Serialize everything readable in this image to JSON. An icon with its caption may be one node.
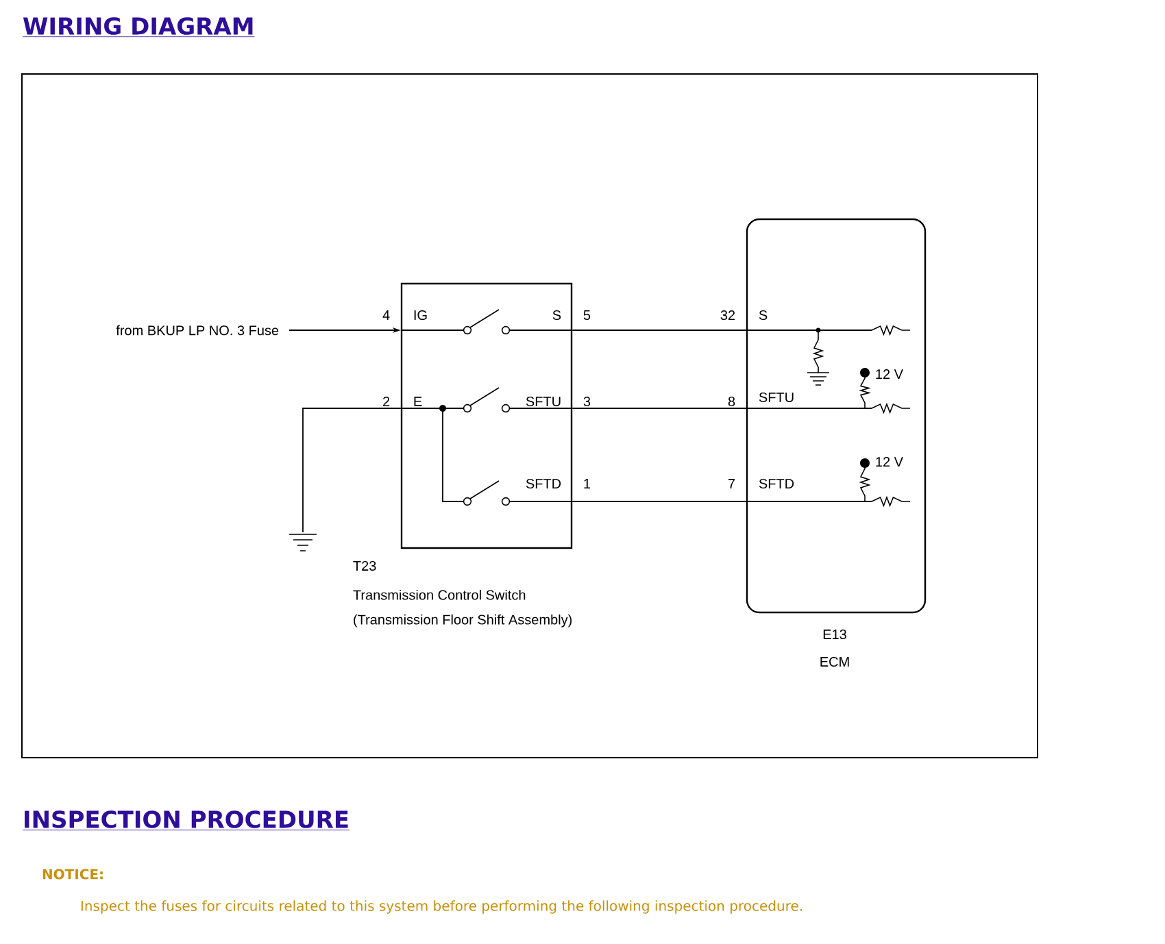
{
  "diagram": {
    "title": "WIRING DIAGRAM",
    "nodes": [
      {
        "text": [
          "from BKUP LP NO. 3 Fuse"
        ]
      },
      {
        "text": [
          "T23",
          "Transmission Control Switch",
          "(Transmission Floor Shift Assembly)"
        ]
      },
      {
        "text": [
          "E13",
          "ECM"
        ]
      },
      {
        "text": [],
        "shape": "ground"
      }
    ],
    "edges": [
      {
        "from": 0,
        "to": 1,
        "arrow": "to"
      },
      {
        "from": 1,
        "to": 2,
        "arrow": "none"
      },
      {
        "from": 1,
        "to": 2,
        "arrow": "none"
      },
      {
        "from": 1,
        "to": 2,
        "arrow": "none"
      },
      {
        "from": 1,
        "to": 3,
        "arrow": "none"
      }
    ],
    "labels": [
      "4",
      "IG",
      "S",
      "5",
      "32",
      "S",
      "12 V",
      "2",
      "E",
      "SFTU",
      "3",
      "8",
      "SFTU",
      "12 V",
      "SFTD",
      "1",
      "7",
      "SFTD",
      "INSPECTION PROCEDURE",
      "NOTICE:",
      "Inspect the fuses for circuits related to this system before performing the following inspection procedure."
    ]
  }
}
